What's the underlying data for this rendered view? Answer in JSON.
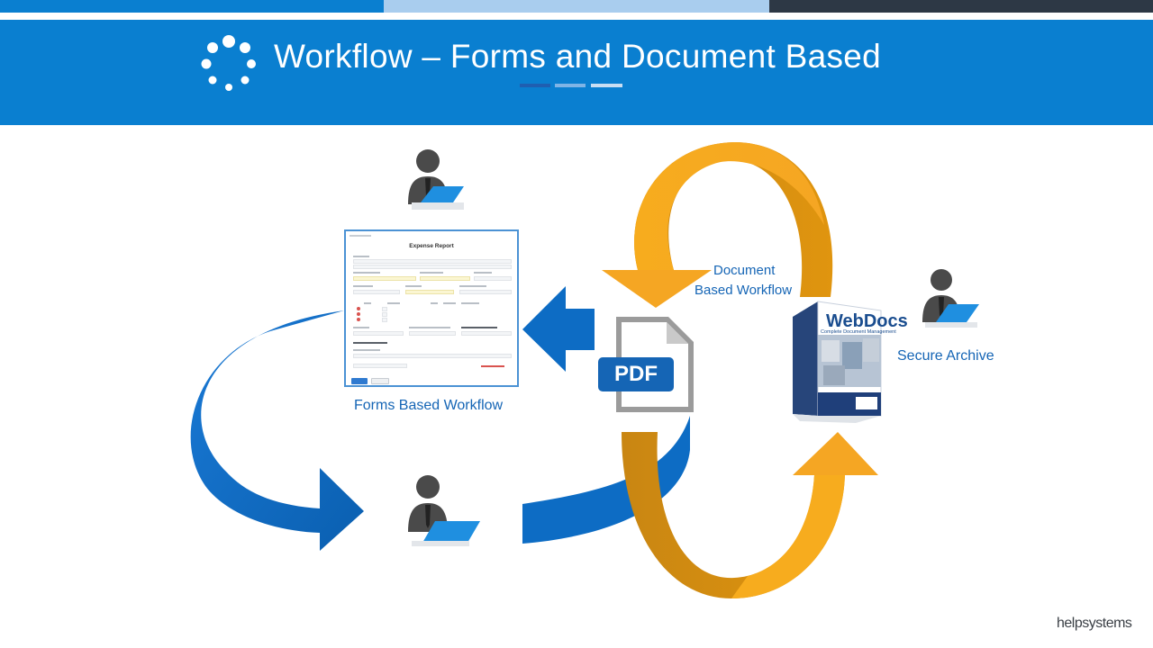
{
  "header": {
    "title": "Workflow – Forms and Document Based"
  },
  "diagram": {
    "forms_label": "Forms Based Workflow",
    "document_label_line1": "Document",
    "document_label_line2": "Based Workflow",
    "archive_label": "Secure Archive",
    "form_title": "Expense Report",
    "pdf_label": "PDF",
    "product_brand": "WebDocs",
    "product_subtitle": "Complete Document Management"
  },
  "footer": {
    "logo_text": "helpsystems"
  },
  "colors": {
    "header_blue": "#0a7fd0",
    "arrow_blue": "#0d6cc4",
    "arrow_gold": "#f5a623",
    "arrow_gold_dark": "#d48a12",
    "label_blue": "#1565b5",
    "person_gray": "#4a4a4a",
    "laptop_blue": "#1f8fe0"
  },
  "icons": [
    "spinner-logo-icon",
    "user-laptop-icon",
    "pdf-document-icon",
    "product-box-icon"
  ]
}
